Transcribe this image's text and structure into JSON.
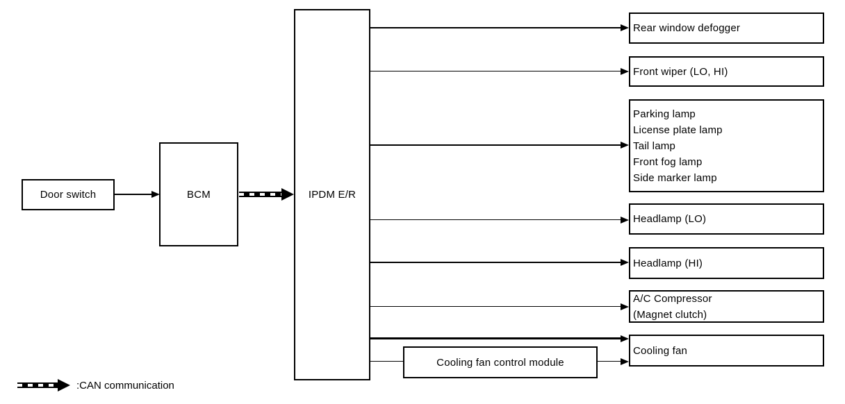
{
  "nodes": {
    "door_switch": "Door switch",
    "bcm": "BCM",
    "ipdm": "IPDM E/R",
    "cooling_fan_control_module": "Cooling fan control module"
  },
  "outputs": [
    {
      "label": "Rear window defogger"
    },
    {
      "label": "Front wiper (LO, HI)"
    },
    {
      "lines": [
        "Parking lamp",
        "License plate lamp",
        "Tail lamp",
        "Front fog lamp",
        "Side marker lamp"
      ]
    },
    {
      "label": "Headlamp (LO)"
    },
    {
      "label": "Headlamp (HI)"
    },
    {
      "lines": [
        "A/C Compressor",
        "(Magnet clutch)"
      ]
    },
    {
      "label": "Cooling fan"
    }
  ],
  "legend": {
    "label": ":CAN communication"
  },
  "colors": {
    "line": "#000000",
    "background": "#ffffff"
  }
}
